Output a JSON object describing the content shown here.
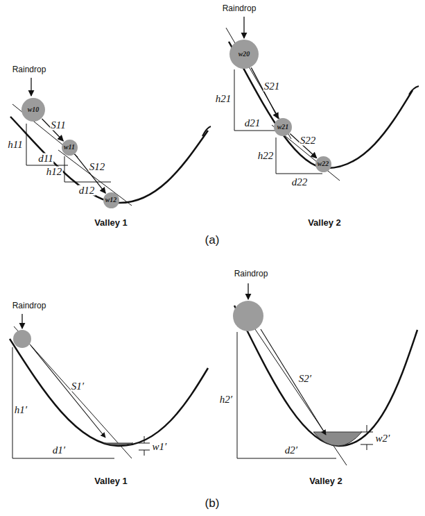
{
  "diagram": {
    "nodes": [
      {
        "text": [
          "w10"
        ]
      },
      {
        "text": [
          "w11"
        ]
      },
      {
        "text": [
          "w12"
        ]
      },
      {
        "text": [
          "w20"
        ]
      },
      {
        "text": [
          "w21"
        ]
      },
      {
        "text": [
          "w22"
        ]
      }
    ],
    "edges": [
      {
        "from": 0,
        "to": 1,
        "label": "S11",
        "arrow": "to"
      },
      {
        "from": 1,
        "to": 2,
        "label": "S12",
        "arrow": "to"
      },
      {
        "from": 3,
        "to": 4,
        "label": "S21",
        "arrow": "to"
      },
      {
        "from": 4,
        "to": 5,
        "label": "S22",
        "arrow": "to"
      }
    ],
    "labels": [
      "Raindrop",
      "h11",
      "d11",
      "h12",
      "d12",
      "Valley 1",
      "Raindrop",
      "h21",
      "d21",
      "h22",
      "d22",
      "Valley 2",
      "(a)",
      "Raindrop",
      "h1′",
      "S1′",
      "d1′",
      "w1′",
      "Valley 1",
      "Raindrop",
      "h2′",
      "S2′",
      "d2′",
      "w2′",
      "Valley 2",
      "(b)"
    ]
  }
}
